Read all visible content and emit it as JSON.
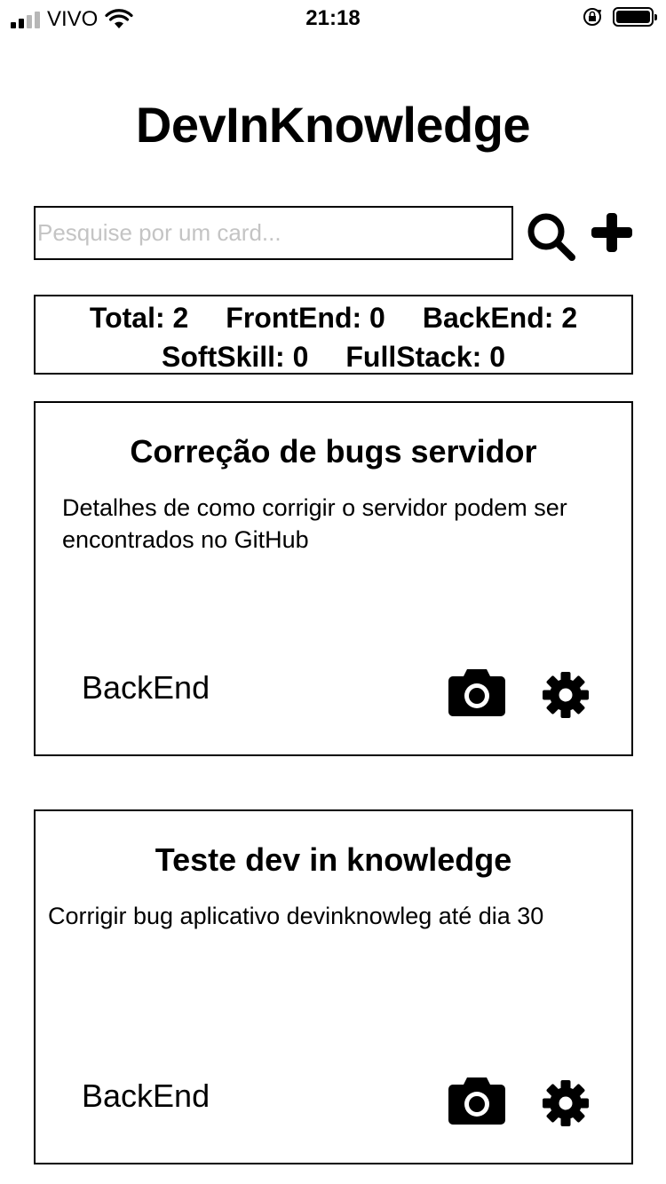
{
  "status_bar": {
    "carrier": "VIVO",
    "time": "21:18"
  },
  "app": {
    "title": "DevInKnowledge"
  },
  "search": {
    "placeholder": "Pesquise por um card..."
  },
  "icons": {
    "search": "search-icon",
    "add": "plus-icon",
    "camera": "camera-icon",
    "settings": "gear-icon"
  },
  "stats": {
    "total": "Total: 2",
    "frontend": "FrontEnd: 0",
    "backend": "BackEnd: 2",
    "softskill": "SoftSkill: 0",
    "fullstack": "FullStack: 0"
  },
  "cards": [
    {
      "title": "Correção de bugs servidor",
      "description": "Detalhes de como corrigir o servidor podem ser encontrados no GitHub",
      "category": "BackEnd"
    },
    {
      "title": "Teste dev in knowledge",
      "description": "Corrigir bug aplicativo devinknowleg até dia 30",
      "category": "BackEnd"
    }
  ]
}
